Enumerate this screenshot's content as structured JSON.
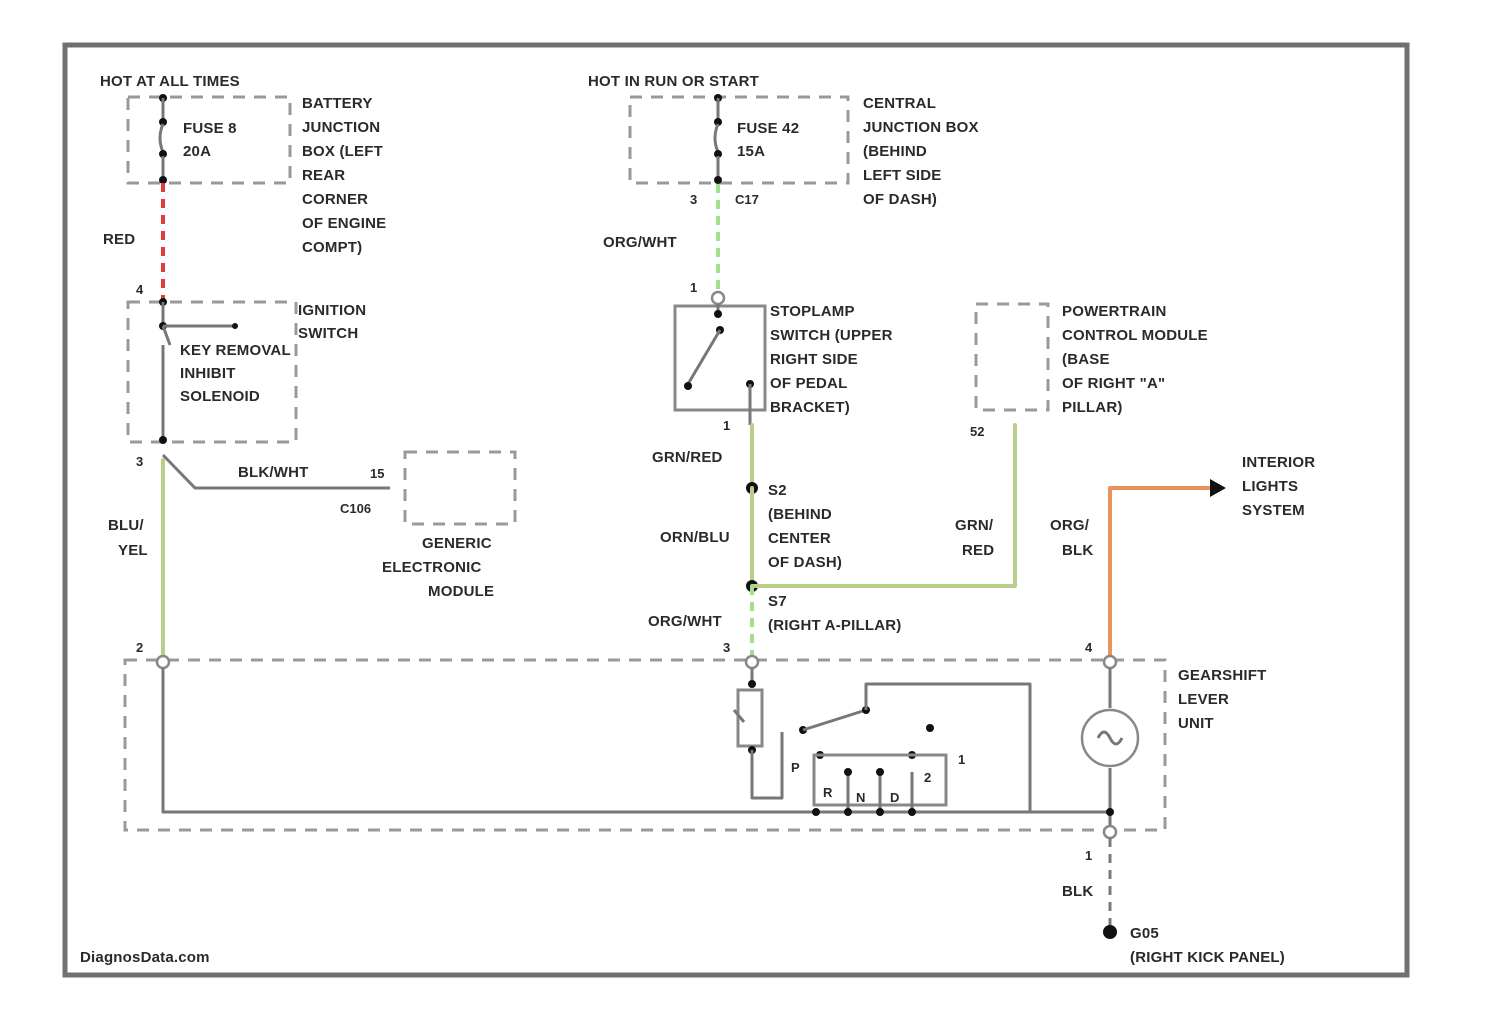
{
  "colors": {
    "red_wire": "#e23b3b",
    "green_wire": "#b7cf8b",
    "lime_dashed_wire": "#9fe08a",
    "orange_wire": "#e8945a",
    "gray_wire": "#7a7a7a",
    "frame": "#707070"
  },
  "power": {
    "hot_at_all_times": "HOT AT ALL TIMES",
    "hot_in_run_or_start": "HOT IN RUN OR START"
  },
  "fuse8": {
    "label_line1": "FUSE 8",
    "label_line2": "20A",
    "box": [
      "BATTERY",
      "JUNCTION",
      "BOX (LEFT",
      "REAR",
      "CORNER",
      "OF ENGINE",
      "COMPT)"
    ]
  },
  "fuse42": {
    "label_line1": "FUSE 42",
    "label_line2": "15A",
    "box": [
      "CENTRAL",
      "JUNCTION BOX",
      "(BEHIND",
      "LEFT SIDE",
      "OF DASH)"
    ],
    "pin": "3",
    "connector": "C17"
  },
  "ignition": {
    "title": [
      "IGNITION",
      "SWITCH"
    ],
    "inner": [
      "KEY REMOVAL",
      "INHIBIT",
      "SOLENOID"
    ],
    "pin_top": "4",
    "pin_bottom": "3"
  },
  "gem": {
    "label": [
      "GENERIC",
      "ELECTRONIC",
      "MODULE"
    ],
    "pin": "15",
    "connector": "C106"
  },
  "stoplamp": {
    "label": [
      "STOPLAMP",
      "SWITCH (UPPER",
      "RIGHT SIDE",
      "OF PEDAL",
      "BRACKET)"
    ],
    "pin_top": "1",
    "pin_bottom": "1"
  },
  "pcm": {
    "label": [
      "POWERTRAIN",
      "CONTROL MODULE",
      "(BASE",
      "OF RIGHT \"A\"",
      "PILLAR)"
    ],
    "pin": "52"
  },
  "splices": {
    "s2": [
      "S2",
      "(BEHIND",
      "CENTER",
      "OF DASH)"
    ],
    "s7": [
      "S7",
      "(RIGHT A-PILLAR)"
    ]
  },
  "interior": [
    "INTERIOR",
    "LIGHTS",
    "SYSTEM"
  ],
  "gearshift": {
    "label": [
      "GEARSHIFT",
      "LEVER",
      "UNIT"
    ],
    "pin_left": "2",
    "pin_mid": "3",
    "pin_right": "4",
    "pin_bottom": "1",
    "positions": [
      "P",
      "R",
      "N",
      "D",
      "2",
      "1"
    ]
  },
  "ground": [
    "G05",
    "(RIGHT KICK PANEL)"
  ],
  "wires": {
    "red": "RED",
    "org_wht_top": "ORG/WHT",
    "blk_wht": "BLK/WHT",
    "blu_yel": [
      "BLU/",
      "YEL"
    ],
    "grn_red_top": "GRN/RED",
    "org_blu": "ORN/BLU",
    "grn_red_right": [
      "GRN/",
      "RED"
    ],
    "org_blk": [
      "ORG/",
      "BLK"
    ],
    "org_wht_bottom": "ORG/WHT",
    "blk": "BLK"
  },
  "watermark": "DiagnosData.com"
}
